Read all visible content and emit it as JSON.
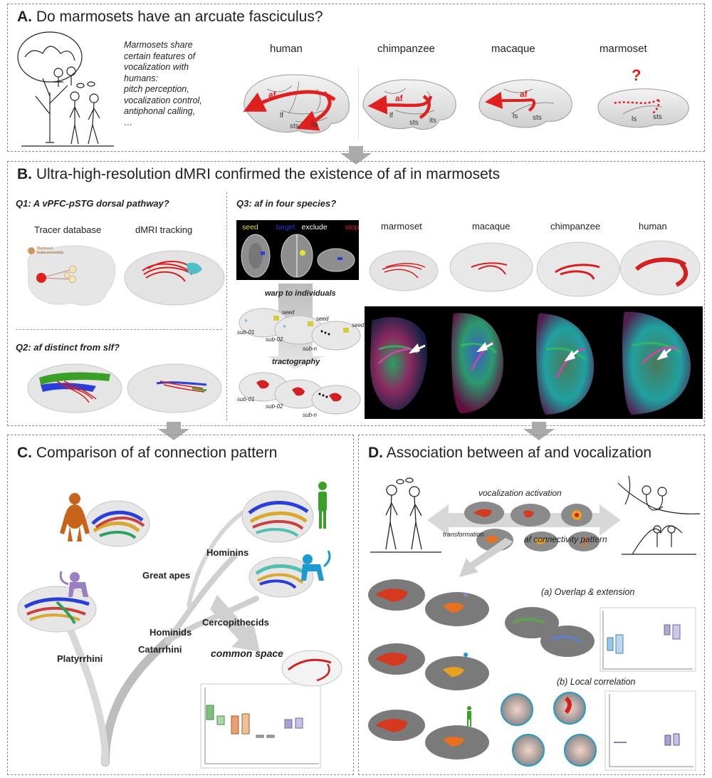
{
  "panelA": {
    "letter": "A.",
    "title": "Do marmosets have an arcuate fasciculus?",
    "intro": [
      "Marmosets share",
      "certain features of",
      "vocalization with",
      "humans:",
      "pitch perception,",
      "vocalization control,",
      "antiphonal calling,",
      "…"
    ],
    "species": [
      "human",
      "chimpanzee",
      "macaque",
      "marmoset"
    ],
    "brain_labels": {
      "af": "af",
      "lf": "lf",
      "sts": "sts",
      "its": "its",
      "ls": "ls",
      "question": "?"
    }
  },
  "panelB": {
    "letter": "B.",
    "title": "Ultra-high-resolution dMRI confirmed the existence of af in marmosets",
    "q1": "Q1: A vPFC-pSTG dorsal pathway?",
    "q2": "Q2: af distinct from slf?",
    "q3": "Q3: af in four species?",
    "tracer": "Tracer database",
    "dmri_tracking": "dMRI tracking",
    "mbc": [
      "Marmoset",
      "brainconnectivity"
    ],
    "roi_legend": [
      "seed",
      "target",
      "exclude",
      "stop"
    ],
    "warp": "warp to individuals",
    "tractography": "tractography",
    "subjects": [
      "sub-01",
      "sub-02",
      "sub-n"
    ],
    "seed_label": "seed",
    "species": [
      "marmoset",
      "macaque",
      "chimpanzee",
      "human"
    ]
  },
  "panelC": {
    "letter": "C.",
    "title": "Comparison of af connection pattern",
    "taxa": [
      "Hominins",
      "Great apes",
      "Hominids",
      "Cercopithecids",
      "Catarrhini",
      "Platyrrhini"
    ],
    "common_space": "common space"
  },
  "panelD": {
    "letter": "D.",
    "title": "Association between af and vocalization",
    "vocal_activation": "vocalization activation",
    "transformation": "transformation",
    "af_pattern": "af connectivity pattern",
    "overlap": "(a) Overlap & extension",
    "local_corr": "(b) Local correlation"
  },
  "colors": {
    "af_red": "#e0201e",
    "roi_seed": "#e4e430",
    "roi_target": "#2a3fd8",
    "roi_exclude": "#ffffff",
    "roi_stop": "#d42020",
    "marmoset_purple": "#9a7fc4",
    "macaque_blue": "#1c9ad0",
    "human_green": "#3aa028",
    "chimp_orange": "#c8631c"
  }
}
